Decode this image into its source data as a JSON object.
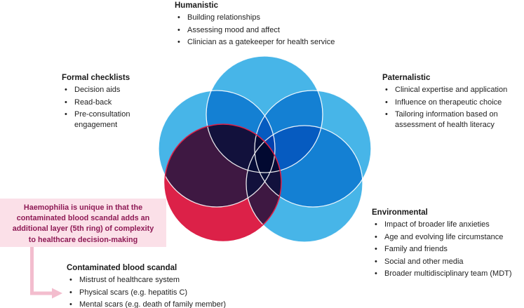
{
  "diagram": {
    "sections": {
      "humanistic": {
        "heading": "Humanistic",
        "items": [
          "Building relationships",
          "Assessing mood and affect",
          "Clinician as a gatekeeper for health service"
        ]
      },
      "formal_checklists": {
        "heading": "Formal checklists",
        "items": [
          "Decision aids",
          "Read-back",
          "Pre-consultation engagement"
        ]
      },
      "paternalistic": {
        "heading": "Paternalistic",
        "items": [
          "Clinical expertise and application",
          "Influence on therapeutic choice",
          "Tailoring information based on assessment of health literacy"
        ]
      },
      "environmental": {
        "heading": "Environmental",
        "items": [
          "Impact of broader life anxieties",
          "Age and evolving life circumstance",
          "Family and friends",
          "Social and other media",
          "Broader multidisciplinary team (MDT)"
        ]
      },
      "contaminated_blood_scandal": {
        "heading": "Contaminated blood scandal",
        "items": [
          "Mistrust of healthcare system",
          "Physical scars (e.g. hepatitis C)",
          "Mental scars (e.g. death of family member)"
        ]
      }
    },
    "callout": {
      "lines": [
        "Haemophilia is unique in that the",
        "contaminated blood scandal adds an",
        "additional layer (5th ring) of complexity",
        "to healthcare decision-making"
      ]
    },
    "colors": {
      "circle_blue": "#47B5E8",
      "circle_red": "#DC2148",
      "circle_outline_white": "#FFFFFF",
      "callout_bg": "#FBE0E8",
      "callout_text": "#8E1A55",
      "connector_pink": "#F3BDCE",
      "body_text": "#1F1F1F"
    }
  }
}
